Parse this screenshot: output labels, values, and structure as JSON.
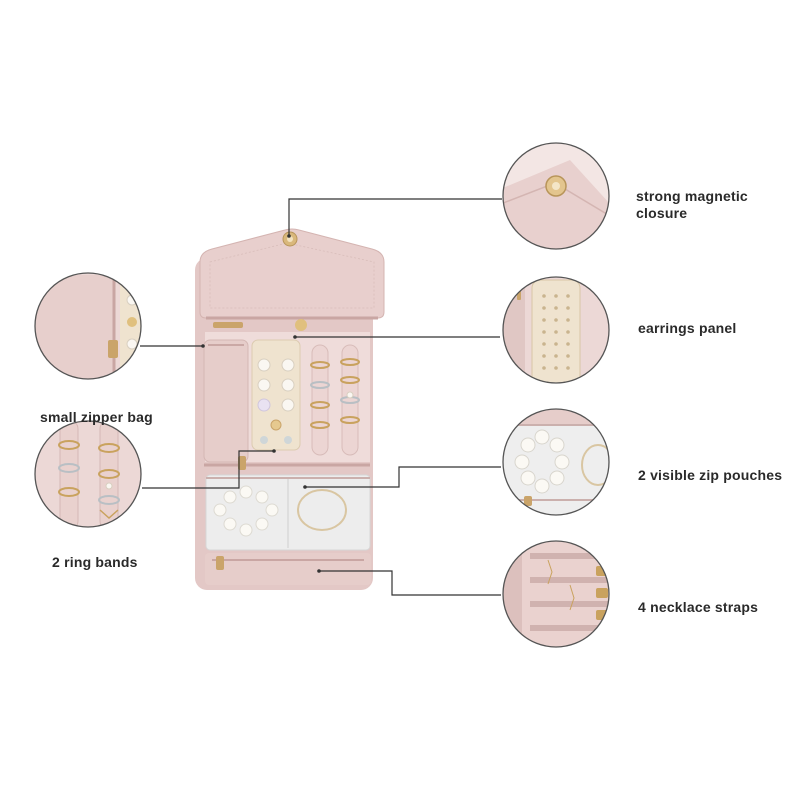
{
  "labels": {
    "magnetic_closure_line1": "strong magnetic",
    "magnetic_closure_line2": "closure",
    "earrings_panel": "earrings panel",
    "zip_pouches": "2 visible zip pouches",
    "necklace_straps": "4 necklace straps",
    "zipper_bag": "small zipper bag",
    "ring_bands": "2 ring bands"
  },
  "colors": {
    "case_pink": "#e8cfcd",
    "case_shadow": "#d6b8b5",
    "lining": "#f1e3e1",
    "cream_panel": "#efe3cf",
    "gold": "#d9b87c",
    "pearl": "#faf7f2",
    "clear_pouch": "#eeeeee",
    "line": "#333333",
    "circle_border": "#555555"
  },
  "icons": [
    "magnetic-snap-icon",
    "zipper-pull-icon"
  ]
}
